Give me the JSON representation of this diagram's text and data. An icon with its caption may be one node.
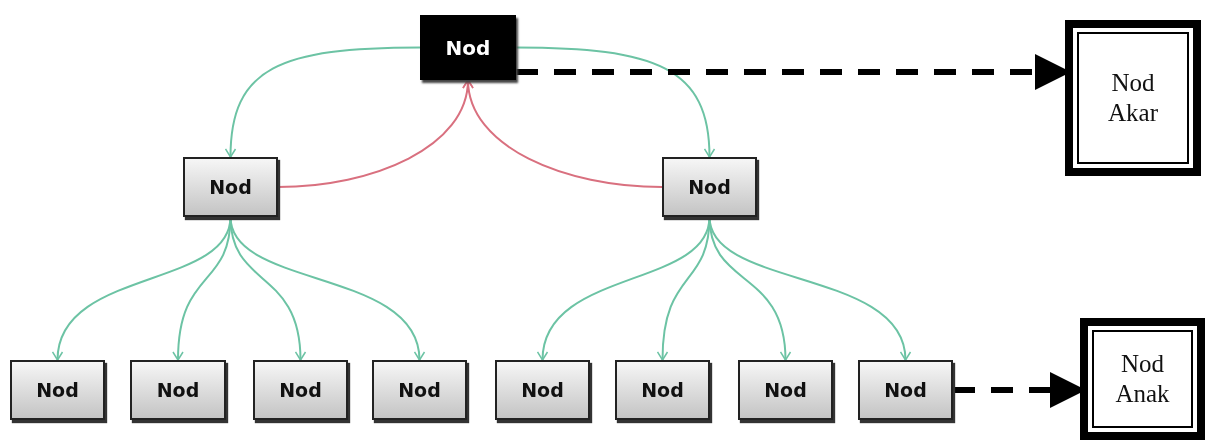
{
  "diagram": {
    "nodes": [
      {
        "text": [
          "Nod"
        ]
      },
      {
        "text": [
          "Nod"
        ]
      },
      {
        "text": [
          "Nod"
        ]
      },
      {
        "text": [
          "Nod"
        ]
      },
      {
        "text": [
          "Nod"
        ]
      },
      {
        "text": [
          "Nod"
        ]
      },
      {
        "text": [
          "Nod"
        ]
      },
      {
        "text": [
          "Nod"
        ]
      },
      {
        "text": [
          "Nod"
        ]
      },
      {
        "text": [
          "Nod"
        ]
      },
      {
        "text": [
          "Nod"
        ]
      },
      {
        "text": [
          "Nod Akar"
        ]
      },
      {
        "text": [
          "Nod Anak"
        ]
      }
    ],
    "edges": [
      {
        "from": 0,
        "to": 1,
        "arrow": "to"
      },
      {
        "from": 0,
        "to": 2,
        "arrow": "to"
      },
      {
        "from": 1,
        "to": 0,
        "arrow": "to",
        "color": "#d9707f"
      },
      {
        "from": 2,
        "to": 0,
        "arrow": "to",
        "color": "#d9707f"
      },
      {
        "from": 1,
        "to": 3,
        "arrow": "to"
      },
      {
        "from": 1,
        "to": 4,
        "arrow": "to"
      },
      {
        "from": 1,
        "to": 5,
        "arrow": "to"
      },
      {
        "from": 1,
        "to": 6,
        "arrow": "to"
      },
      {
        "from": 2,
        "to": 7,
        "arrow": "to"
      },
      {
        "from": 2,
        "to": 8,
        "arrow": "to"
      },
      {
        "from": 2,
        "to": 9,
        "arrow": "to"
      },
      {
        "from": 2,
        "to": 10,
        "arrow": "to"
      },
      {
        "from": 0,
        "to": 11,
        "arrow": "to",
        "style": "dashed",
        "color": "#000000"
      },
      {
        "from": 10,
        "to": 12,
        "arrow": "to",
        "style": "dashed",
        "color": "#000000"
      }
    ]
  }
}
